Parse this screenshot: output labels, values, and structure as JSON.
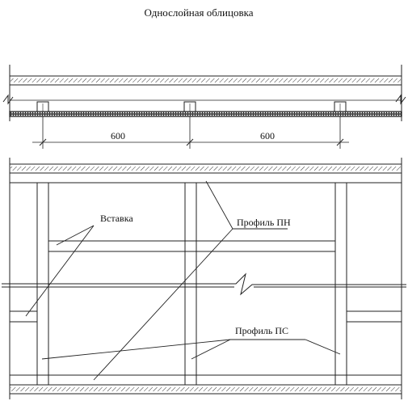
{
  "title": "Однослойная облицовка",
  "plan": {
    "dimensions": [
      "600",
      "600"
    ]
  },
  "elevation": {
    "labels": {
      "insert": "Вставка",
      "profile_pn": "Профиль ПН",
      "profile_ps": "Профиль ПС"
    }
  }
}
